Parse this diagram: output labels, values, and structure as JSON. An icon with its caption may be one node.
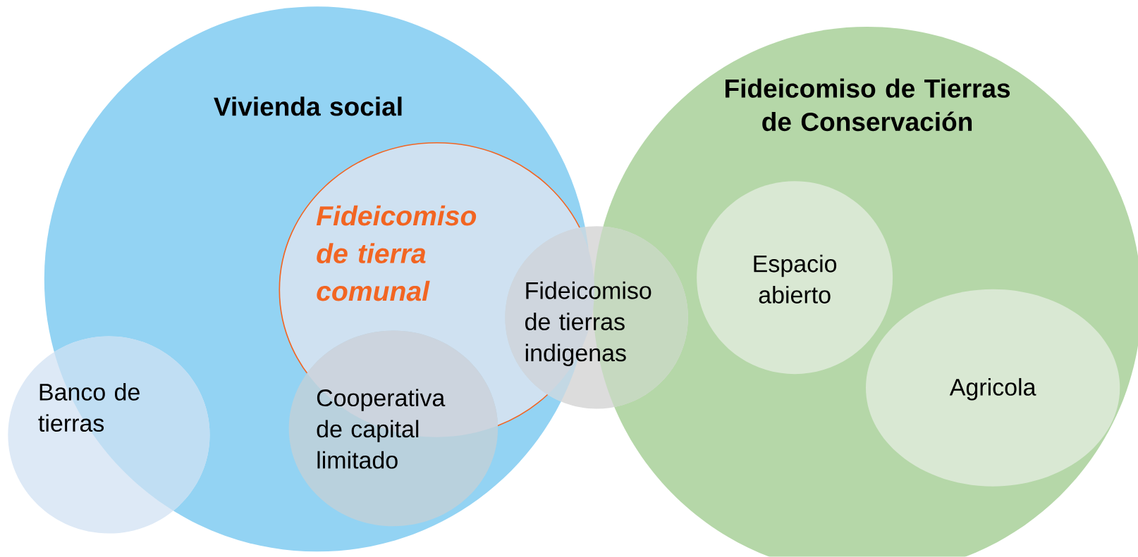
{
  "diagram": {
    "nodes": [
      {
        "text": [
          "Vivienda social"
        ]
      },
      {
        "text": [
          "Fideicomiso de tierra comunal"
        ],
        "in": 0
      },
      {
        "text": [
          "Banco de tierras"
        ]
      },
      {
        "text": [
          "Cooperativa de capital limitado"
        ],
        "in": 0
      },
      {
        "text": [
          "Fideicomiso de tierras indigenas"
        ]
      },
      {
        "text": [
          "Fideicomiso de Tierras de Conservación"
        ]
      },
      {
        "text": [
          "Espacio abierto"
        ],
        "in": 5
      },
      {
        "text": [
          "Agricola"
        ],
        "in": 5
      }
    ]
  }
}
